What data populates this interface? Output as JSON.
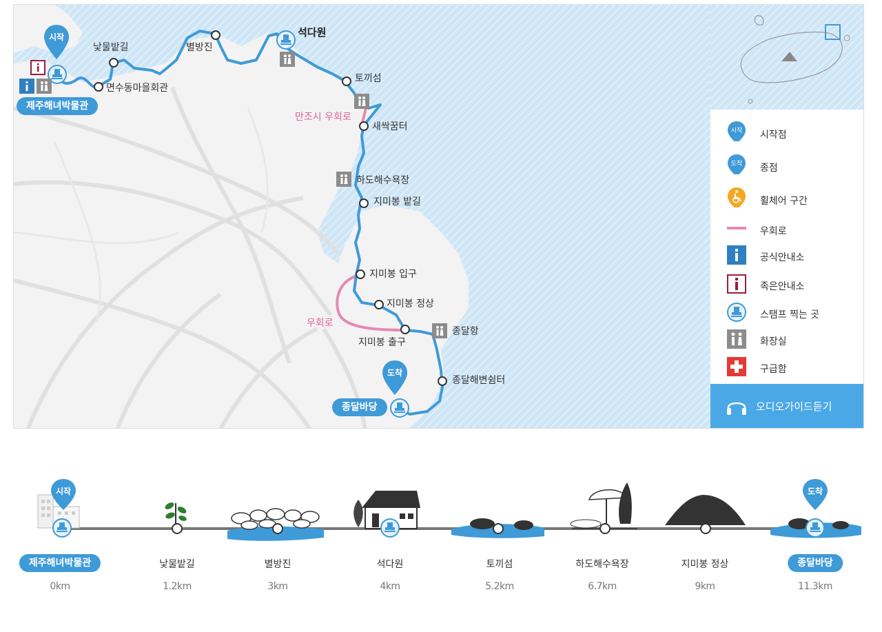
{
  "map": {
    "start_pin": "시작",
    "end_pin": "도착",
    "start_name": "제주해녀박물관",
    "end_name": "종달바당",
    "places": [
      {
        "id": "natmul",
        "name": "낯물밭길"
      },
      {
        "id": "byeolbang",
        "name": "별방진"
      },
      {
        "id": "seokdawon",
        "name": "석다원"
      },
      {
        "id": "yeonsu",
        "name": "면수동마을회관"
      },
      {
        "id": "tokki",
        "name": "토끼섬"
      },
      {
        "id": "saessak",
        "name": "새싹꿈터"
      },
      {
        "id": "hado",
        "name": "하도해수욕장"
      },
      {
        "id": "jimi_bat",
        "name": "지미봉 밭길"
      },
      {
        "id": "jimi_entry",
        "name": "지미봉 입구"
      },
      {
        "id": "jimi_top",
        "name": "지미봉 정상"
      },
      {
        "id": "jimi_exit",
        "name": "지미봉 출구"
      },
      {
        "id": "jongdal_port",
        "name": "종달항"
      },
      {
        "id": "jongdal_rest",
        "name": "종달해변쉼터"
      }
    ],
    "detours": [
      "만조시 우회로",
      "우회로"
    ]
  },
  "legend": {
    "items": [
      {
        "icon": "start-pin-icon",
        "pin_text": "시작",
        "label": "시작점"
      },
      {
        "icon": "end-pin-icon",
        "pin_text": "도착",
        "label": "종점"
      },
      {
        "icon": "wheelchair-icon",
        "label": "휠체어 구간"
      },
      {
        "icon": "detour-line-icon",
        "label": "우회로"
      },
      {
        "icon": "official-info-icon",
        "label": "공식안내소"
      },
      {
        "icon": "small-info-icon",
        "label": "족은안내소"
      },
      {
        "icon": "stamp-icon",
        "label": "스탬프 찍는 곳"
      },
      {
        "icon": "restroom-icon",
        "label": "화장실"
      },
      {
        "icon": "first-aid-icon",
        "label": "구급함"
      }
    ],
    "audio_button": "오디오가이드듣기"
  },
  "timeline": {
    "start_pin": "시작",
    "end_pin": "도착",
    "stops": [
      {
        "name": "제주해녀박물관",
        "dist": "0km",
        "highlight": true
      },
      {
        "name": "낯물밭길",
        "dist": "1.2km",
        "highlight": false
      },
      {
        "name": "별방진",
        "dist": "3km",
        "highlight": false
      },
      {
        "name": "석다원",
        "dist": "4km",
        "highlight": false
      },
      {
        "name": "토끼섬",
        "dist": "5.2km",
        "highlight": false
      },
      {
        "name": "하도해수욕장",
        "dist": "6.7km",
        "highlight": false
      },
      {
        "name": "지미봉 정상",
        "dist": "9km",
        "highlight": false
      },
      {
        "name": "종달바당",
        "dist": "11.3km",
        "highlight": true
      }
    ]
  },
  "colors": {
    "route": "#3f9ad8",
    "detour": "#e58ab4",
    "sea": "#cfe6f6",
    "land": "#f2f2f2",
    "road": "#dedede",
    "info": "#2f7fc1",
    "small_info": "#9b1c3c",
    "first_aid": "#e53935",
    "wheelchair": "#f5a623",
    "restroom": "#8c8c8c"
  }
}
